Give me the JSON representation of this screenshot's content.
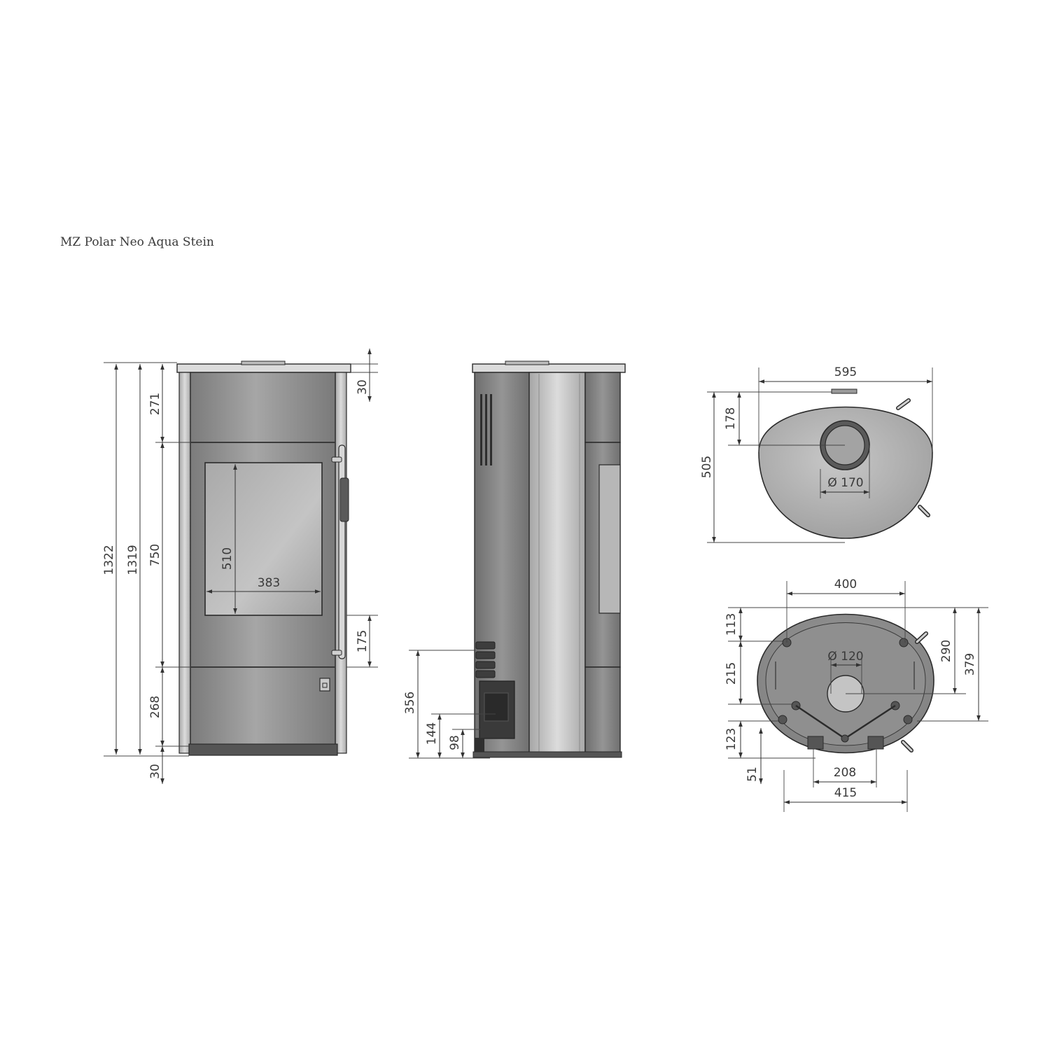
{
  "title": "MZ Polar Neo Aqua Stein",
  "front_view": {
    "dim_total_height": "1322",
    "dim_body_height": "1319",
    "dim_top_plate": "30",
    "dim_upper_panel": "271",
    "dim_door_zone": "750",
    "dim_lower_panel": "268",
    "dim_base": "30",
    "dim_window_height": "510",
    "dim_window_width": "383",
    "dim_handle_to_bottom": "175"
  },
  "side_view": {
    "dim_flue_outlet": "356",
    "dim_air_inlet": "144",
    "dim_bottom_inlet": "98"
  },
  "top_view": {
    "dim_width": "595",
    "dim_depth": "505",
    "dim_flue_offset": "178",
    "dim_flue_diameter": "Ø 170"
  },
  "bottom_view": {
    "dim_feet_width": "400",
    "dim_front_feet_offset": "113",
    "dim_rear_feet_offset": "215",
    "dim_rear_rail": "123",
    "dim_rear_gap": "51",
    "dim_connector_spacing": "208",
    "dim_base_width": "415",
    "dim_inlet_center": "290",
    "dim_base_depth": "379",
    "dim_inlet_diameter": "Ø 120"
  },
  "colors": {
    "body_gray": "#9c9c9c",
    "body_dark": "#6f6f6f",
    "stone_light": "#c9c9c9",
    "glass_gray": "#b4b4b4",
    "line": "#2b2b2b"
  }
}
